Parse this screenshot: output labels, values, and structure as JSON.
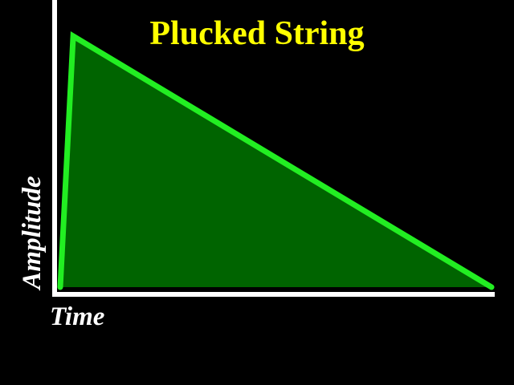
{
  "chart_data": {
    "type": "area",
    "title": "Plucked String",
    "xlabel": "Time",
    "ylabel": "Amplitude",
    "x": [
      0,
      0.03,
      1
    ],
    "y": [
      0,
      1,
      0
    ],
    "xlim": [
      0,
      1
    ],
    "ylim": [
      0,
      1
    ],
    "grid": false,
    "colors": {
      "background": "#000000",
      "axis": "#ffffff",
      "line": "#22ee22",
      "fill": "#006400",
      "title": "#ffff00",
      "labels": "#ffffff"
    }
  }
}
